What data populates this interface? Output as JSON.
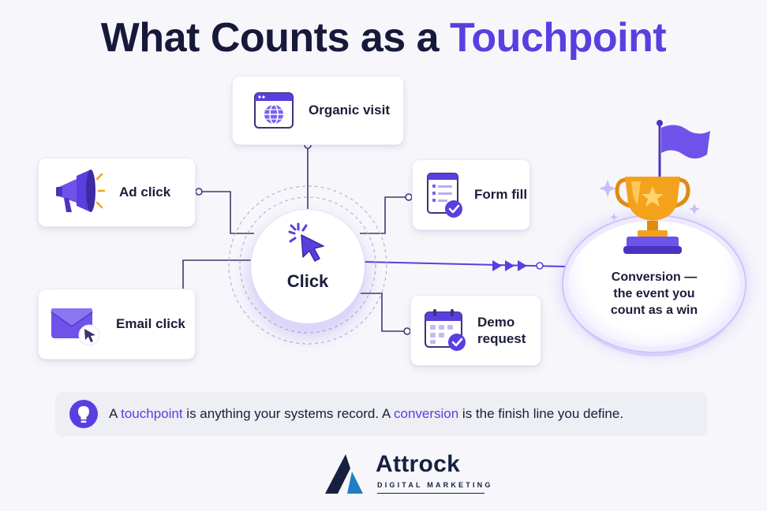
{
  "title": {
    "lead": "What Counts as a ",
    "accent": "Touchpoint"
  },
  "colors": {
    "accent": "#5b3ee0",
    "ink": "#1b1d3a",
    "trophy": "#f4a21b"
  },
  "touchpoints": {
    "organic": {
      "label": "Organic visit",
      "icon": "browser-globe-icon"
    },
    "ad": {
      "label": "Ad click",
      "icon": "megaphone-icon"
    },
    "form": {
      "label": "Form fill",
      "icon": "form-check-icon"
    },
    "email": {
      "label": "Email click",
      "icon": "envelope-cursor-icon"
    },
    "demo": {
      "label_line1": "Demo",
      "label_line2": "request",
      "icon": "calendar-check-icon"
    }
  },
  "hub": {
    "label": "Click",
    "icon": "cursor-click-icon"
  },
  "goal": {
    "line1": "Conversion —",
    "line2": "the event you",
    "line3": "count as a win",
    "icon": "trophy-flag-icon"
  },
  "callout": {
    "part1": "A ",
    "em1": "touchpoint",
    "part2": " is anything your systems record. A ",
    "em2": "conversion",
    "part3": " is the finish line you define.",
    "icon": "lightbulb-icon"
  },
  "brand": {
    "name": "Attrock",
    "tagline": "DIGITAL MARKETING"
  }
}
